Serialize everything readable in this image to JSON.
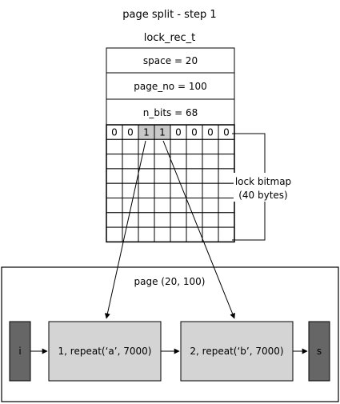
{
  "title": "page split - step 1",
  "struct": {
    "name": "lock_rec_t",
    "fields": [
      "space = 20",
      "page_no = 100",
      "n_bits = 68"
    ],
    "first_row_bits": [
      "0",
      "0",
      "1",
      "1",
      "0",
      "0",
      "0",
      "0"
    ],
    "highlighted_bits": [
      2,
      3
    ]
  },
  "bitmap_label": {
    "line1": "lock bitmap",
    "line2": "(40 bytes)"
  },
  "page": {
    "label": "page (20, 100)",
    "infimum": "i",
    "record1": "1, repeat(‘a’, 7000)",
    "record2": "2, repeat(‘b’, 7000)",
    "supremum": "s"
  },
  "colors": {
    "record_fill": "#d4d4d4",
    "marker_fill": "#666666",
    "highlight_fill": "#c8c8c8"
  }
}
